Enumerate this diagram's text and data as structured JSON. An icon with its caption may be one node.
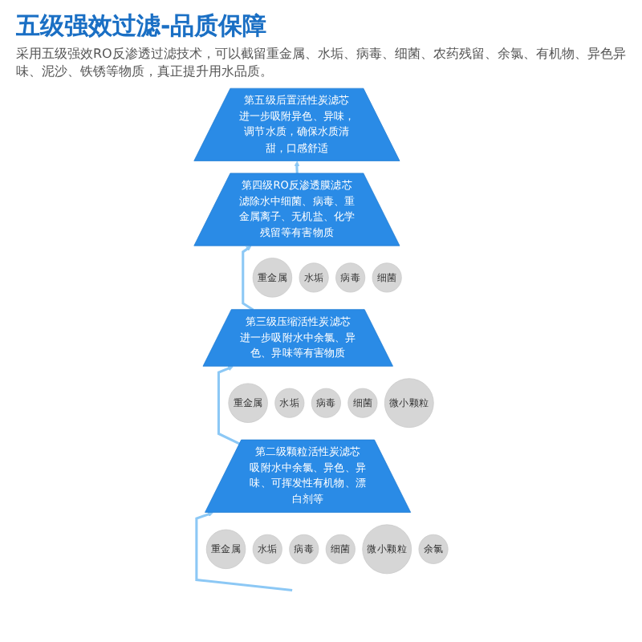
{
  "diagram": {
    "title": "五级强效过滤-品质保障",
    "nodes": [
      {
        "text": [
          "第五级后置活性炭滤芯",
          "进一步吸附异色、异味，调节水质，确保水质清甜，口感舒适"
        ]
      },
      {
        "text": [
          "第四级RO反渗透膜滤芯",
          "滤除水中细菌、病毒、重金属离子、无机盐、化学残留等有害物质"
        ]
      },
      {
        "text": [
          "重金属"
        ]
      },
      {
        "text": [
          "水垢"
        ]
      },
      {
        "text": [
          "病毒"
        ]
      },
      {
        "text": [
          "细菌"
        ]
      },
      {
        "text": [
          "第三级压缩活性炭滤芯",
          "进一步吸附水中余氯、异色、异味等有害物质"
        ]
      },
      {
        "text": [
          "重金属"
        ]
      },
      {
        "text": [
          "水垢"
        ]
      },
      {
        "text": [
          "病毒"
        ]
      },
      {
        "text": [
          "细菌"
        ]
      },
      {
        "text": [
          "微小颗粒"
        ]
      },
      {
        "text": [
          "第二级颗粒活性炭滤芯",
          "吸附水中余氯、异色、异味、可挥发性有机物、漂白剂等"
        ]
      },
      {
        "text": [
          "重金属"
        ]
      },
      {
        "text": [
          "水垢"
        ]
      },
      {
        "text": [
          "病毒"
        ]
      },
      {
        "text": [
          "细菌"
        ]
      },
      {
        "text": [
          "微小颗粒"
        ]
      },
      {
        "text": [
          "余氯"
        ]
      }
    ],
    "edges": [
      {
        "from": 1,
        "to": 0,
        "arrow": "to"
      },
      {
        "from": 6,
        "to": 1,
        "arrow": "to"
      },
      {
        "from": 12,
        "to": 6,
        "arrow": "to"
      },
      {
        "from": null,
        "to": 12,
        "arrow": "to"
      }
    ],
    "labels": [
      "采用五级强效RO反渗透过滤技术，可以截留重金属、水垢、病毒、细菌、农药残留、余氯、有机物、异色异味、泥沙、铁锈等物质，真正提升用水品质。"
    ]
  }
}
